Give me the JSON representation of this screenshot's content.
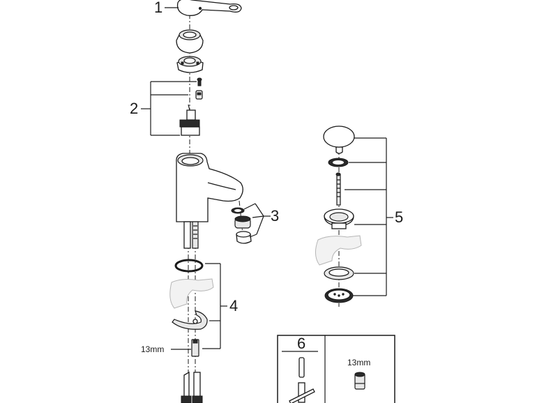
{
  "diagram": {
    "type": "exploded-parts-view",
    "subject": "single-lever basin faucet with pop-up waste",
    "callouts": [
      {
        "number": "1",
        "part": "lever handle"
      },
      {
        "number": "2",
        "part": "cartridge set (screw, adapter, cartridge)"
      },
      {
        "number": "3",
        "part": "aerator set (washer, aerator, housing)"
      },
      {
        "number": "4",
        "part": "mounting set (o-ring, fixing bracket, threaded stud)"
      },
      {
        "number": "5",
        "part": "pop-up waste set"
      },
      {
        "number": "6",
        "part": "tools"
      }
    ],
    "dimension_label": "13mm",
    "tool_box": {
      "header": "6",
      "socket_label": "13mm"
    }
  }
}
